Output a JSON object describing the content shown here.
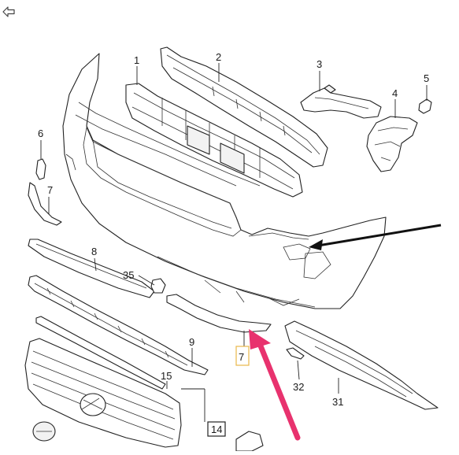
{
  "colors": {
    "highlight_box": "#e8b84a",
    "pink_arrow": "#e8326e",
    "black_arrow": "#111111",
    "line": "#222222"
  },
  "icons": {
    "back": "back-arrow-icon"
  },
  "labels": {
    "p1": "1",
    "p2": "2",
    "p3": "3",
    "p4": "4",
    "p5": "5",
    "p6": "6",
    "p7a": "7",
    "p7b": "7",
    "p8": "8",
    "p9": "9",
    "p14": "14",
    "p15": "15",
    "p31": "31",
    "p32": "32",
    "p35": "35"
  }
}
